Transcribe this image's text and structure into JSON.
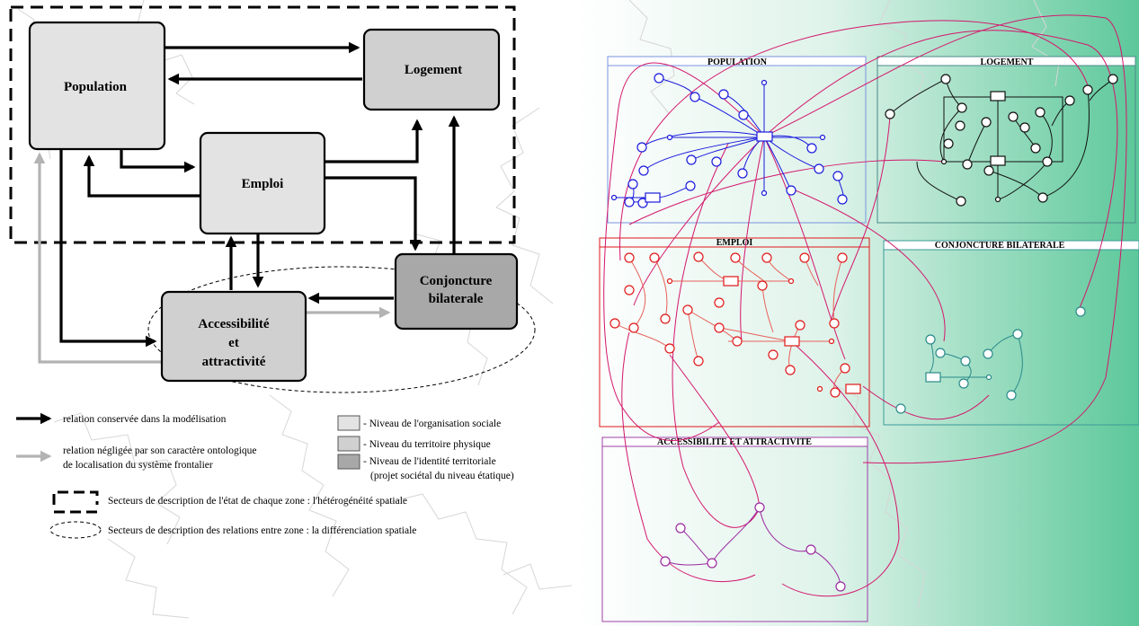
{
  "left_diagram": {
    "boxes": {
      "population": "Population",
      "logement": "Logement",
      "emploi": "Emploi",
      "conjoncture_1": "Conjoncture",
      "conjoncture_2": "bilaterale",
      "access_1": "Accessibilité",
      "access_2": "et",
      "access_3": "attractivité"
    },
    "legend": {
      "black_arrow": "relation conservée dans la modélisation",
      "grey_arrow_1": "relation négligée par son caractère ontologique",
      "grey_arrow_2": "de localisation du système frontalier",
      "level_social": "- Niveau de l'organisation sociale",
      "level_physical": "- Niveau du territoire physique",
      "level_identity_1": "- Niveau de l'identité territoriale",
      "level_identity_2": "(projet sociétal du niveau étatique)",
      "dashed_rect": "Secteurs de description de l'état de chaque zone : l'hétérogénéité spatiale",
      "dashed_ellipse": "Secteurs de description des relations entre zone : la différenciation spatiale"
    },
    "colors": {
      "level_social": "#e3e3e3",
      "level_physical": "#d0d0d0",
      "level_identity": "#a8a8a8",
      "kept_relation": "#000000",
      "neglected_relation": "#b3b3b3"
    }
  },
  "right_diagram": {
    "panels": {
      "population": "POPULATION",
      "logement": "LOGEMENT",
      "emploi": "EMPLOI",
      "conjoncture": "CONJONCTURE BILATERALE",
      "accessibilite": "ACCESSIBILITE ET ATTRACTIVITE"
    },
    "colors": {
      "population": "#1a1adc",
      "logement": "#111111",
      "emploi": "#e01818",
      "emploi_light": "#f08070",
      "conjoncture": "#2a8a8a",
      "accessibilite": "#9a2aa0",
      "links": "#d4166c",
      "gradient_end": "#5cc89a"
    }
  }
}
